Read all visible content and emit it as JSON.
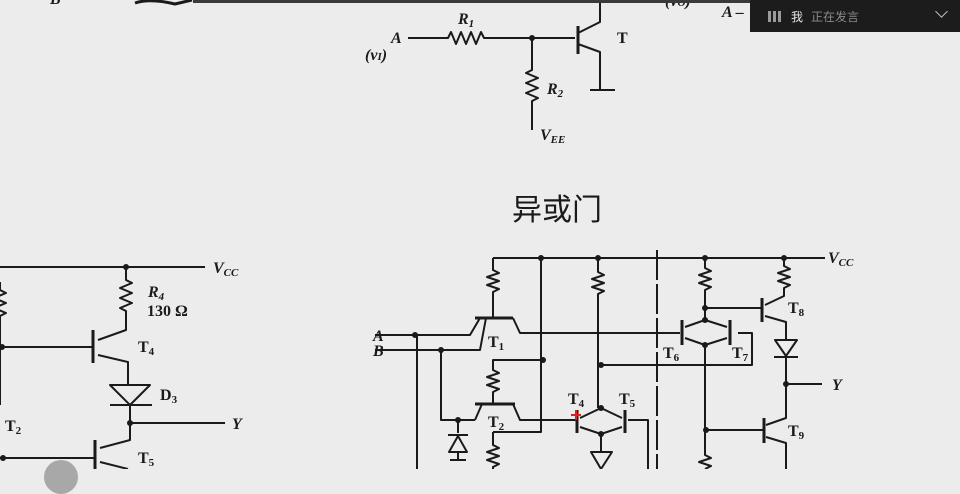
{
  "overlay": {
    "speaker": "我",
    "status": "正在发言",
    "icons": [
      "audio-level-icon",
      "chevron-down-icon"
    ]
  },
  "slide": {
    "title": "异或门",
    "top_partial": {
      "B": "B",
      "vO": "(v",
      "vO_sub": "O",
      "vO_close": ")",
      "A": "A –"
    },
    "inverter": {
      "A": "A",
      "v1": "(v",
      "v1_sub": "I",
      "v1_close": ")",
      "R1": "R",
      "R1_sub": "1",
      "R2": "R",
      "R2_sub": "2",
      "VEE": "V",
      "VEE_sub": "EE",
      "T": "T"
    },
    "ttl_output": {
      "VCC": "V",
      "VCC_sub": "CC",
      "R4": "R",
      "R4_sub": "4",
      "R4_value": "130 Ω",
      "T4": "T",
      "T4_sub": "4",
      "D3": "D",
      "D3_sub": "3",
      "Y": "Y",
      "T2": "T",
      "T2_sub": "2",
      "T5": "T",
      "T5_sub": "5"
    },
    "xor_circuit": {
      "A": "A",
      "B": "B",
      "VCC": "V",
      "VCC_sub": "CC",
      "Y": "Y",
      "T1": "T",
      "T1_sub": "1",
      "T2": "T",
      "T2_sub": "2",
      "T4": "T",
      "T4_sub": "4",
      "T5": "T",
      "T5_sub": "5",
      "T6": "T",
      "T6_sub": "6",
      "T7": "T",
      "T7_sub": "7",
      "T8": "T",
      "T8_sub": "8",
      "T9": "T",
      "T9_sub": "9"
    }
  },
  "colors": {
    "overlay_bg": "#1c1c1c",
    "cursor_marker": "#e02020",
    "slide_bg": "#ececec"
  }
}
